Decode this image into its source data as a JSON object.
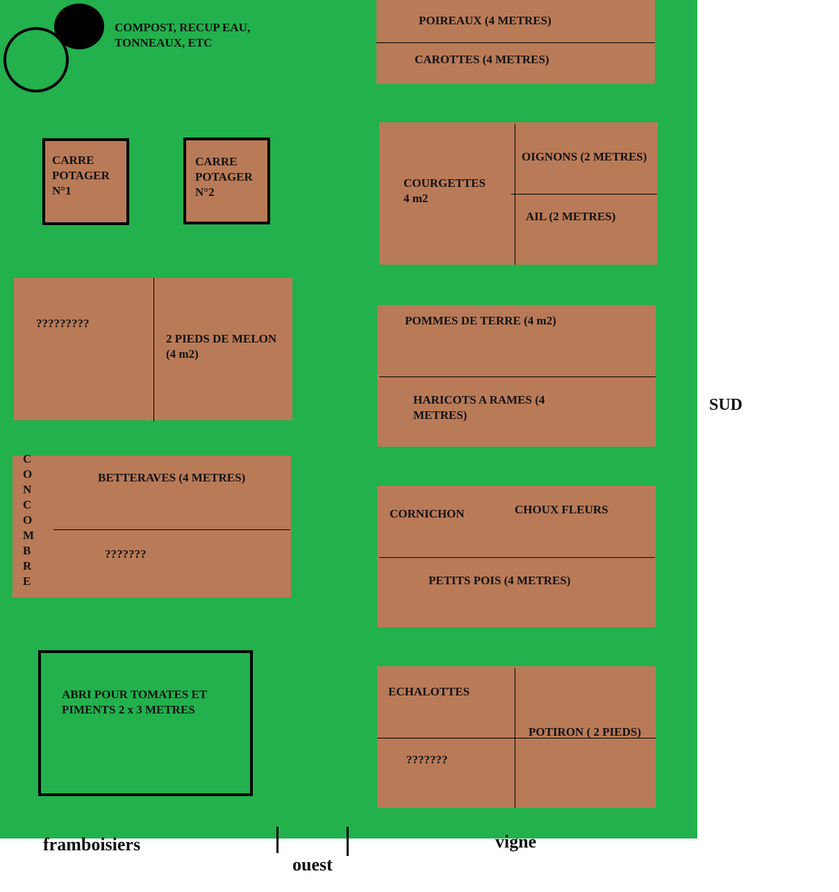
{
  "compost": {
    "label_line1": "COMPOST, RECUP EAU,",
    "label_line2": "TONNEAUX, ETC"
  },
  "carre1": {
    "l1": "CARRE",
    "l2": "POTAGER",
    "l3": "N°1"
  },
  "carre2": {
    "l1": "CARRE",
    "l2": "POTAGER",
    "l3": "N°2"
  },
  "left_plots": {
    "unknown1": "?????????",
    "melon_l1": "2 PIEDS DE MELON",
    "melon_l2": "(4 m2)",
    "concombre_letters": [
      "C",
      "O",
      "N",
      "C",
      "O",
      "M",
      "B",
      "R",
      "E"
    ],
    "betteraves": "BETTERAVES (4 METRES)",
    "unknown2": "???????",
    "abri_l1": "ABRI POUR TOMATES ET",
    "abri_l2": "PIMENTS 2 x 3 METRES"
  },
  "right_plots": {
    "poireaux": "POIREAUX (4 METRES)",
    "carottes": "CAROTTES (4 METRES)",
    "courgettes_l1": "COURGETTES",
    "courgettes_l2": "4 m2",
    "oignons": "OIGNONS (2 METRES)",
    "ail": "AIL (2 METRES)",
    "pommes": "POMMES DE TERRE (4 m2)",
    "haricots_l1": "HARICOTS A  RAMES (4",
    "haricots_l2": "METRES)",
    "cornichon": "CORNICHON",
    "choux": "CHOUX FLEURS",
    "petits_pois": "PETITS POIS (4 METRES)",
    "echalottes": "ECHALOTTES",
    "potiron": "POTIRON ( 2 PIEDS)",
    "unknown3": "???????"
  },
  "directions": {
    "sud": "SUD",
    "ouest": "ouest",
    "framboisiers": "framboisiers",
    "vigne": "vigne"
  },
  "colors": {
    "grass": "#22b14c",
    "soil": "#b97a57"
  }
}
